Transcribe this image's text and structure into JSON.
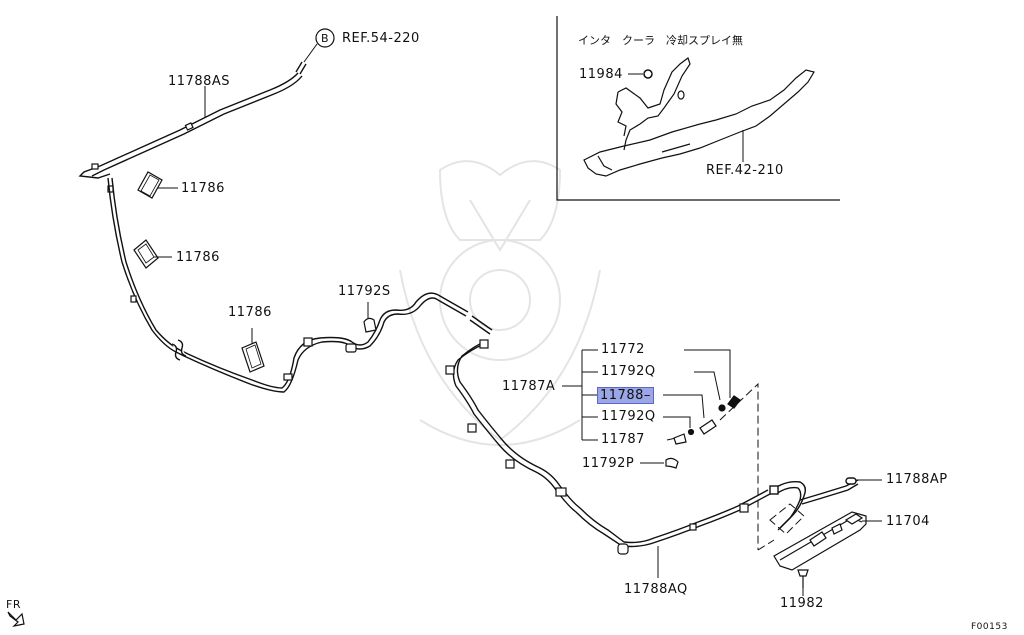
{
  "labels": {
    "ref_b": "REF.54-220",
    "ref_b_circle": "B",
    "p_11788AS": "11788AS",
    "p_11786_a": "11786",
    "p_11786_b": "11786",
    "p_11786_c": "11786",
    "p_11792S": "11792S",
    "p_11772": "11772",
    "p_11792Q_a": "11792Q",
    "p_11787A": "11787A",
    "p_11788": "11788",
    "p_11792Q_b": "11792Q",
    "p_11787": "11787",
    "p_11792P": "11792P",
    "p_11788AP": "11788AP",
    "p_11704": "11704",
    "p_11788AQ": "11788AQ",
    "p_11982": "11982",
    "inset_title": "インタ　クーラ　冷却スプレイ無",
    "p_11984": "11984",
    "ref_42": "REF.42-210",
    "fr": "FR",
    "figure_id": "F00153"
  },
  "colors": {
    "line": "#111111",
    "highlight_fill": "#9aa6e6",
    "highlight_border": "#5b67c8",
    "watermark": "#e6e6e6"
  }
}
